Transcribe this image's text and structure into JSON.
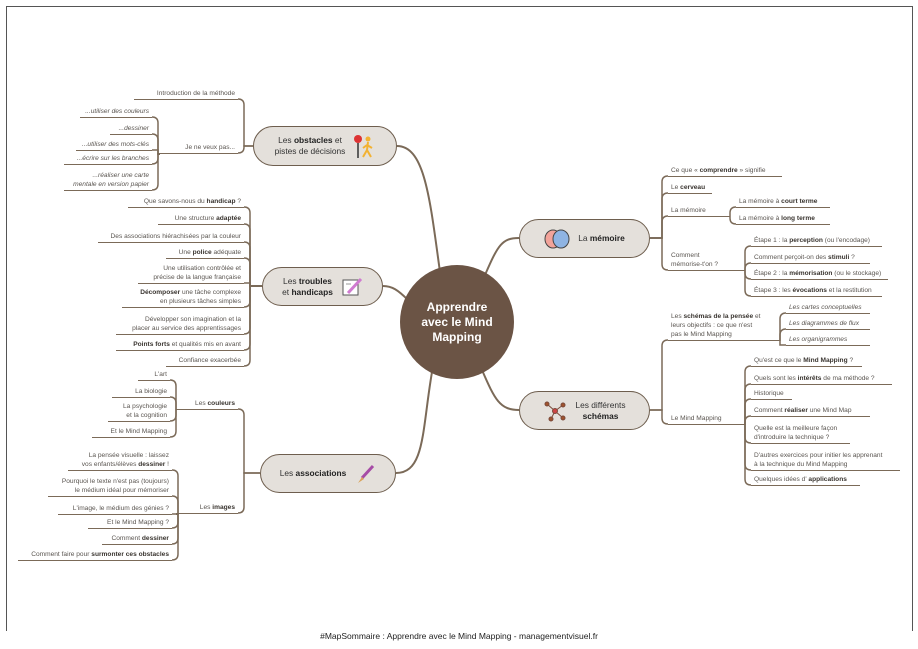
{
  "center": "Apprendre\navec le Mind\nMapping",
  "footer": "#MapSommaire : Apprendre avec le Mind Mapping - managementvisuel.fr",
  "colors": {
    "center": "#6b5445",
    "node_fill": "#e4e0db",
    "line": "#7b6a58"
  },
  "nodes": {
    "obstacles": {
      "pre": "Les ",
      "b": "obstacles",
      "post": " et\npistes de décisions",
      "icon": "stop-walker-icon"
    },
    "troubles": {
      "pre": "Les ",
      "b": "troubles",
      "mid": "\net ",
      "b2": "handicaps",
      "icon": "notepad-pencil-icon"
    },
    "associations": {
      "pre": "Les ",
      "b": "associations",
      "icon": "paintbrush-icon"
    },
    "memoire": {
      "pre": "La ",
      "b": "mémoire",
      "icon": "brain-icon"
    },
    "schemas": {
      "pre": "Les différents\n",
      "b": "schémas",
      "icon": "molecule-graph-icon"
    }
  },
  "leaves": {
    "obs_intro": [
      {
        "t": "Introduction de la méthode"
      }
    ],
    "obs_jeneveux": [
      {
        "t": "Je ne veux pas..."
      }
    ],
    "obs_couleurs": [
      {
        "t": "...utiliser des couleurs"
      }
    ],
    "obs_dessiner": [
      {
        "t": "...dessiner"
      }
    ],
    "obs_mots": [
      {
        "t": "...utiliser des mots-clés"
      }
    ],
    "obs_branches": [
      {
        "t": "...écrire sur les branches"
      }
    ],
    "obs_carte": [
      {
        "t": "...réaliser une carte\nmentale en version papier"
      }
    ],
    "tr_handicap": [
      {
        "t": "Que savons-nous du "
      },
      {
        "t": "handicap",
        "b": true
      },
      {
        "t": " ?"
      }
    ],
    "tr_structure": [
      {
        "t": "Une structure "
      },
      {
        "t": "adaptée",
        "b": true
      }
    ],
    "tr_assoc": [
      {
        "t": "Des associations hiérachisées par la couleur"
      }
    ],
    "tr_police": [
      {
        "t": "Une "
      },
      {
        "t": "police",
        "b": true
      },
      {
        "t": " adéquate"
      }
    ],
    "tr_utilisation": [
      {
        "t": "Une utilisation contrôlée et\nprécise de la langue française"
      }
    ],
    "tr_decomposer": [
      {
        "t": "Décomposer",
        "b": true
      },
      {
        "t": " une tâche complexe\nen plusieurs tâches simples"
      }
    ],
    "tr_developper": [
      {
        "t": "Développer son imagination et la\nplacer au service des apprentissages"
      }
    ],
    "tr_points": [
      {
        "t": "Points forts",
        "b": true
      },
      {
        "t": " et qualités mis en avant"
      }
    ],
    "tr_confiance": [
      {
        "t": "Confiance exacerbée"
      }
    ],
    "as_couleurs": [
      {
        "t": "Les "
      },
      {
        "t": "couleurs",
        "b": true
      }
    ],
    "as_images": [
      {
        "t": "Les "
      },
      {
        "t": "images",
        "b": true
      }
    ],
    "co_art": [
      {
        "t": "L'art"
      }
    ],
    "co_bio": [
      {
        "t": "La biologie"
      }
    ],
    "co_psy": [
      {
        "t": "La psychologie\net la cognition"
      }
    ],
    "co_mm": [
      {
        "t": "Et le Mind Mapping"
      }
    ],
    "im_pensee": [
      {
        "t": "La pensée visuelle : laissez\nvos enfants/élèves "
      },
      {
        "t": "dessiner",
        "b": true
      },
      {
        "t": " !"
      }
    ],
    "im_pourquoi": [
      {
        "t": "Pourquoi le texte n'est pas (toujours)\nle médium idéal pour mémoriser"
      }
    ],
    "im_image": [
      {
        "t": "L'image, le médium des génies ?"
      }
    ],
    "im_mm": [
      {
        "t": "Et le Mind Mapping ?"
      }
    ],
    "im_dessiner": [
      {
        "t": "Comment "
      },
      {
        "t": "dessiner",
        "b": true
      }
    ],
    "im_surmonter": [
      {
        "t": "Comment faire pour "
      },
      {
        "t": "surmonter ces obstacles",
        "b": true
      }
    ],
    "me_comprendre": [
      {
        "t": "Ce que « "
      },
      {
        "t": "comprendre",
        "b": true
      },
      {
        "t": " » signifie"
      }
    ],
    "me_cerveau": [
      {
        "t": "Le "
      },
      {
        "t": "cerveau",
        "b": true
      }
    ],
    "me_memoire": [
      {
        "t": "La mémoire"
      }
    ],
    "me_court": [
      {
        "t": "La mémoire à "
      },
      {
        "t": "court terme",
        "b": true
      }
    ],
    "me_long": [
      {
        "t": "La mémoire à "
      },
      {
        "t": "long terme",
        "b": true
      }
    ],
    "me_comment": [
      {
        "t": "Comment\nmémorise-t'on ?"
      }
    ],
    "me_etape1": [
      {
        "t": "Étape 1 : la "
      },
      {
        "t": "perception",
        "b": true
      },
      {
        "t": " (ou l'encodage)"
      }
    ],
    "me_stimuli": [
      {
        "t": "Comment perçoit-on des "
      },
      {
        "t": "stimuli",
        "b": true
      },
      {
        "t": " ?"
      }
    ],
    "me_etape2": [
      {
        "t": "Étape 2 : la "
      },
      {
        "t": "mémorisation",
        "b": true
      },
      {
        "t": " (ou le stockage)"
      }
    ],
    "me_etape3": [
      {
        "t": "Étape 3 : les "
      },
      {
        "t": "évocations",
        "b": true
      },
      {
        "t": " et la restitution"
      }
    ],
    "sc_pensee": [
      {
        "t": "Les "
      },
      {
        "t": "schémas de la pensée",
        "b": true
      },
      {
        "t": " et\nleurs objectifs : ce que n'est\npas le Mind Mapping"
      }
    ],
    "sc_cartes": [
      {
        "t": "Les cartes conceptuelles"
      }
    ],
    "sc_diag": [
      {
        "t": "Les diagrammes de flux"
      }
    ],
    "sc_organ": [
      {
        "t": "Les organigrammes"
      }
    ],
    "sc_mm": [
      {
        "t": "Le Mind Mapping"
      }
    ],
    "mm_quest": [
      {
        "t": "Qu'est ce que le "
      },
      {
        "t": "Mind Mapping",
        "b": true
      },
      {
        "t": " ?"
      }
    ],
    "mm_interets": [
      {
        "t": "Quels sont les "
      },
      {
        "t": "intérêts",
        "b": true
      },
      {
        "t": " de ma méthode ?"
      }
    ],
    "mm_histo": [
      {
        "t": "Historique"
      }
    ],
    "mm_realiser": [
      {
        "t": "Comment "
      },
      {
        "t": "réaliser",
        "b": true
      },
      {
        "t": " une Mind Map"
      }
    ],
    "mm_quelle": [
      {
        "t": "Quelle est la meilleure façon\nd'introduire la technique ?"
      }
    ],
    "mm_autres": [
      {
        "t": "D'autres exercices pour initier les apprenant\nà la technique du Mind Mapping"
      }
    ],
    "mm_applications": [
      {
        "t": "Quelques idées d' "
      },
      {
        "t": "applications",
        "b": true
      }
    ]
  }
}
